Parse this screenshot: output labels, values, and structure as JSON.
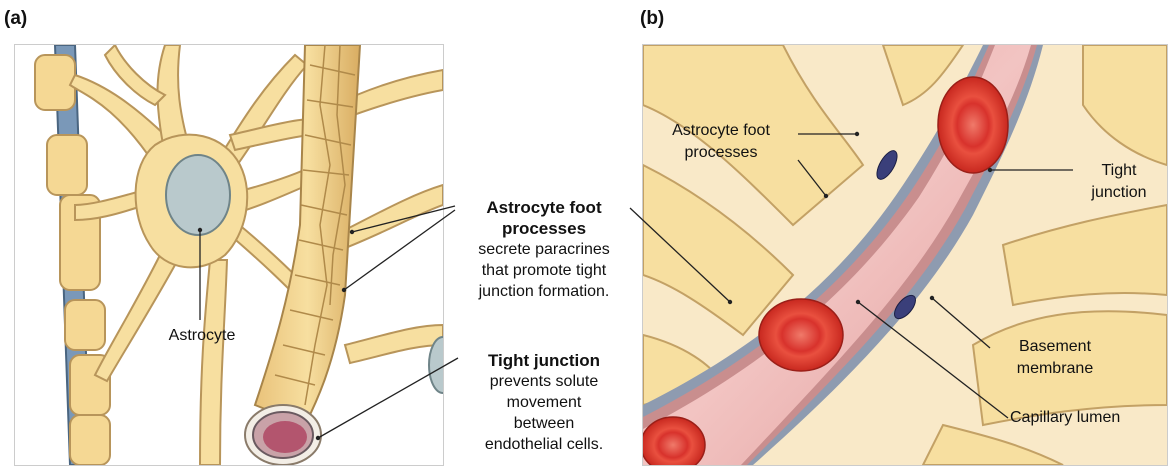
{
  "panel_a": {
    "label": "(a)",
    "astrocyte": "Astrocyte",
    "foot_title_1": "Astrocyte foot",
    "foot_title_2": "processes",
    "foot_desc_1": "secrete paracrines",
    "foot_desc_2": "that promote tight",
    "foot_desc_3": "junction formation.",
    "tight_title": "Tight junction",
    "tight_desc_1": "prevents solute",
    "tight_desc_2": "movement",
    "tight_desc_3": "between",
    "tight_desc_4": "endothelial cells."
  },
  "panel_b": {
    "label": "(b)",
    "foot_1": "Astrocyte foot",
    "foot_2": "processes",
    "tight_1": "Tight",
    "tight_2": "junction",
    "basement_1": "Basement",
    "basement_2": "membrane",
    "lumen": "Capillary lumen"
  },
  "colors": {
    "astrocyte": "#f7dfa0",
    "astrocyte_edge": "#b8955a",
    "nucleus": "#b9c9cc",
    "vessel": "#e9a9a8",
    "rbc": "#e0443a",
    "membrane": "#8e9bb0"
  }
}
